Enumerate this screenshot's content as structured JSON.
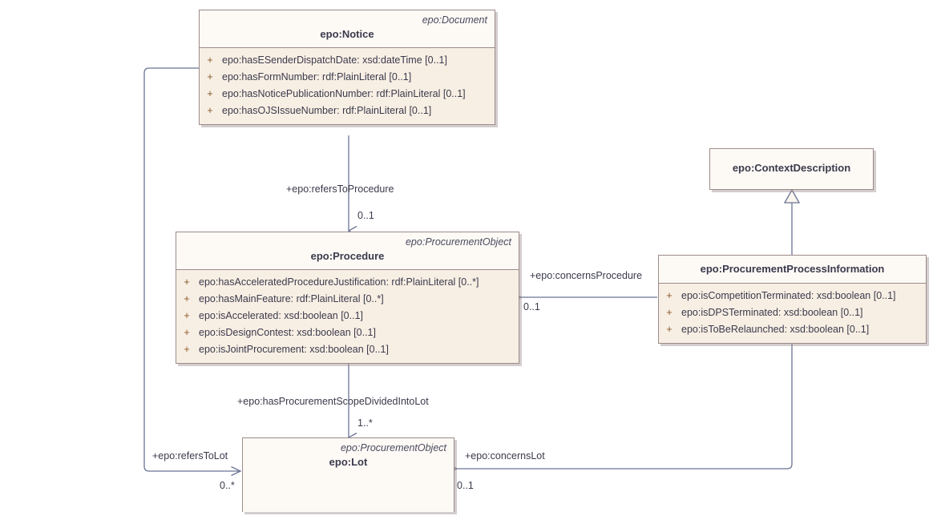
{
  "diagram": {
    "type": "uml-class-diagram",
    "title": "",
    "colors": {
      "class_border": "#9c8b8b",
      "header_fill": "#fdf9f5",
      "attribute_fill": "#f8efe4",
      "edge_stroke": "#6b7494",
      "visibility_marker": "#8a5a2b",
      "text": "#3a3a4c"
    }
  },
  "classes": {
    "notice": {
      "stereotype": "epo:Document",
      "name": "epo:Notice",
      "attributes": [
        {
          "visibility": "+",
          "signature": "epo:hasESenderDispatchDate: xsd:dateTime [0..1]"
        },
        {
          "visibility": "+",
          "signature": "epo:hasFormNumber: rdf:PlainLiteral [0..1]"
        },
        {
          "visibility": "+",
          "signature": "epo:hasNoticePublicationNumber: rdf:PlainLiteral [0..1]"
        },
        {
          "visibility": "+",
          "signature": "epo:hasOJSIssueNumber: rdf:PlainLiteral [0..1]"
        }
      ]
    },
    "procedure": {
      "stereotype": "epo:ProcurementObject",
      "name": "epo:Procedure",
      "attributes": [
        {
          "visibility": "+",
          "signature": "epo:hasAcceleratedProcedureJustification: rdf:PlainLiteral [0..*]"
        },
        {
          "visibility": "+",
          "signature": "epo:hasMainFeature: rdf:PlainLiteral [0..*]"
        },
        {
          "visibility": "+",
          "signature": "epo:isAccelerated: xsd:boolean [0..1]"
        },
        {
          "visibility": "+",
          "signature": "epo:isDesignContest: xsd:boolean [0..1]"
        },
        {
          "visibility": "+",
          "signature": "epo:isJointProcurement: xsd:boolean [0..1]"
        }
      ]
    },
    "lot": {
      "stereotype": "epo:ProcurementObject",
      "name": "epo:Lot",
      "attributes": []
    },
    "context_description": {
      "stereotype": "",
      "name": "epo:ContextDescription",
      "attributes": []
    },
    "procurement_process_information": {
      "stereotype": "",
      "name": "epo:ProcurementProcessInformation",
      "attributes": [
        {
          "visibility": "+",
          "signature": "epo:isCompetitionTerminated: xsd:boolean [0..1]"
        },
        {
          "visibility": "+",
          "signature": "epo:isDPSTerminated: xsd:boolean [0..1]"
        },
        {
          "visibility": "+",
          "signature": "epo:isToBeRelaunched: xsd:boolean [0..1]"
        }
      ]
    }
  },
  "relations": [
    {
      "id": "refers-to-procedure",
      "kind": "association",
      "source": "epo:Notice",
      "target": "epo:Procedure",
      "label": "+epo:refersToProcedure",
      "target_multiplicity": "0..1"
    },
    {
      "id": "has-procurement-scope-divided-into-lot",
      "kind": "association",
      "source": "epo:Procedure",
      "target": "epo:Lot",
      "label": "+epo:hasProcurementScopeDividedIntoLot",
      "target_multiplicity": "1..*"
    },
    {
      "id": "refers-to-lot",
      "kind": "association",
      "source": "epo:Notice",
      "target": "epo:Lot",
      "label": "+epo:refersToLot",
      "target_multiplicity": "0..*"
    },
    {
      "id": "concerns-procedure",
      "kind": "association",
      "source": "epo:ProcurementProcessInformation",
      "target": "epo:Procedure",
      "label": "+epo:concernsProcedure",
      "target_multiplicity": "0..1"
    },
    {
      "id": "concerns-lot",
      "kind": "association",
      "source": "epo:ProcurementProcessInformation",
      "target": "epo:Lot",
      "label": "+epo:concernsLot",
      "target_multiplicity": "0..1"
    },
    {
      "id": "ppi-generalizes-context-description",
      "kind": "generalization",
      "source": "epo:ProcurementProcessInformation",
      "target": "epo:ContextDescription",
      "label": "",
      "target_multiplicity": ""
    }
  ]
}
